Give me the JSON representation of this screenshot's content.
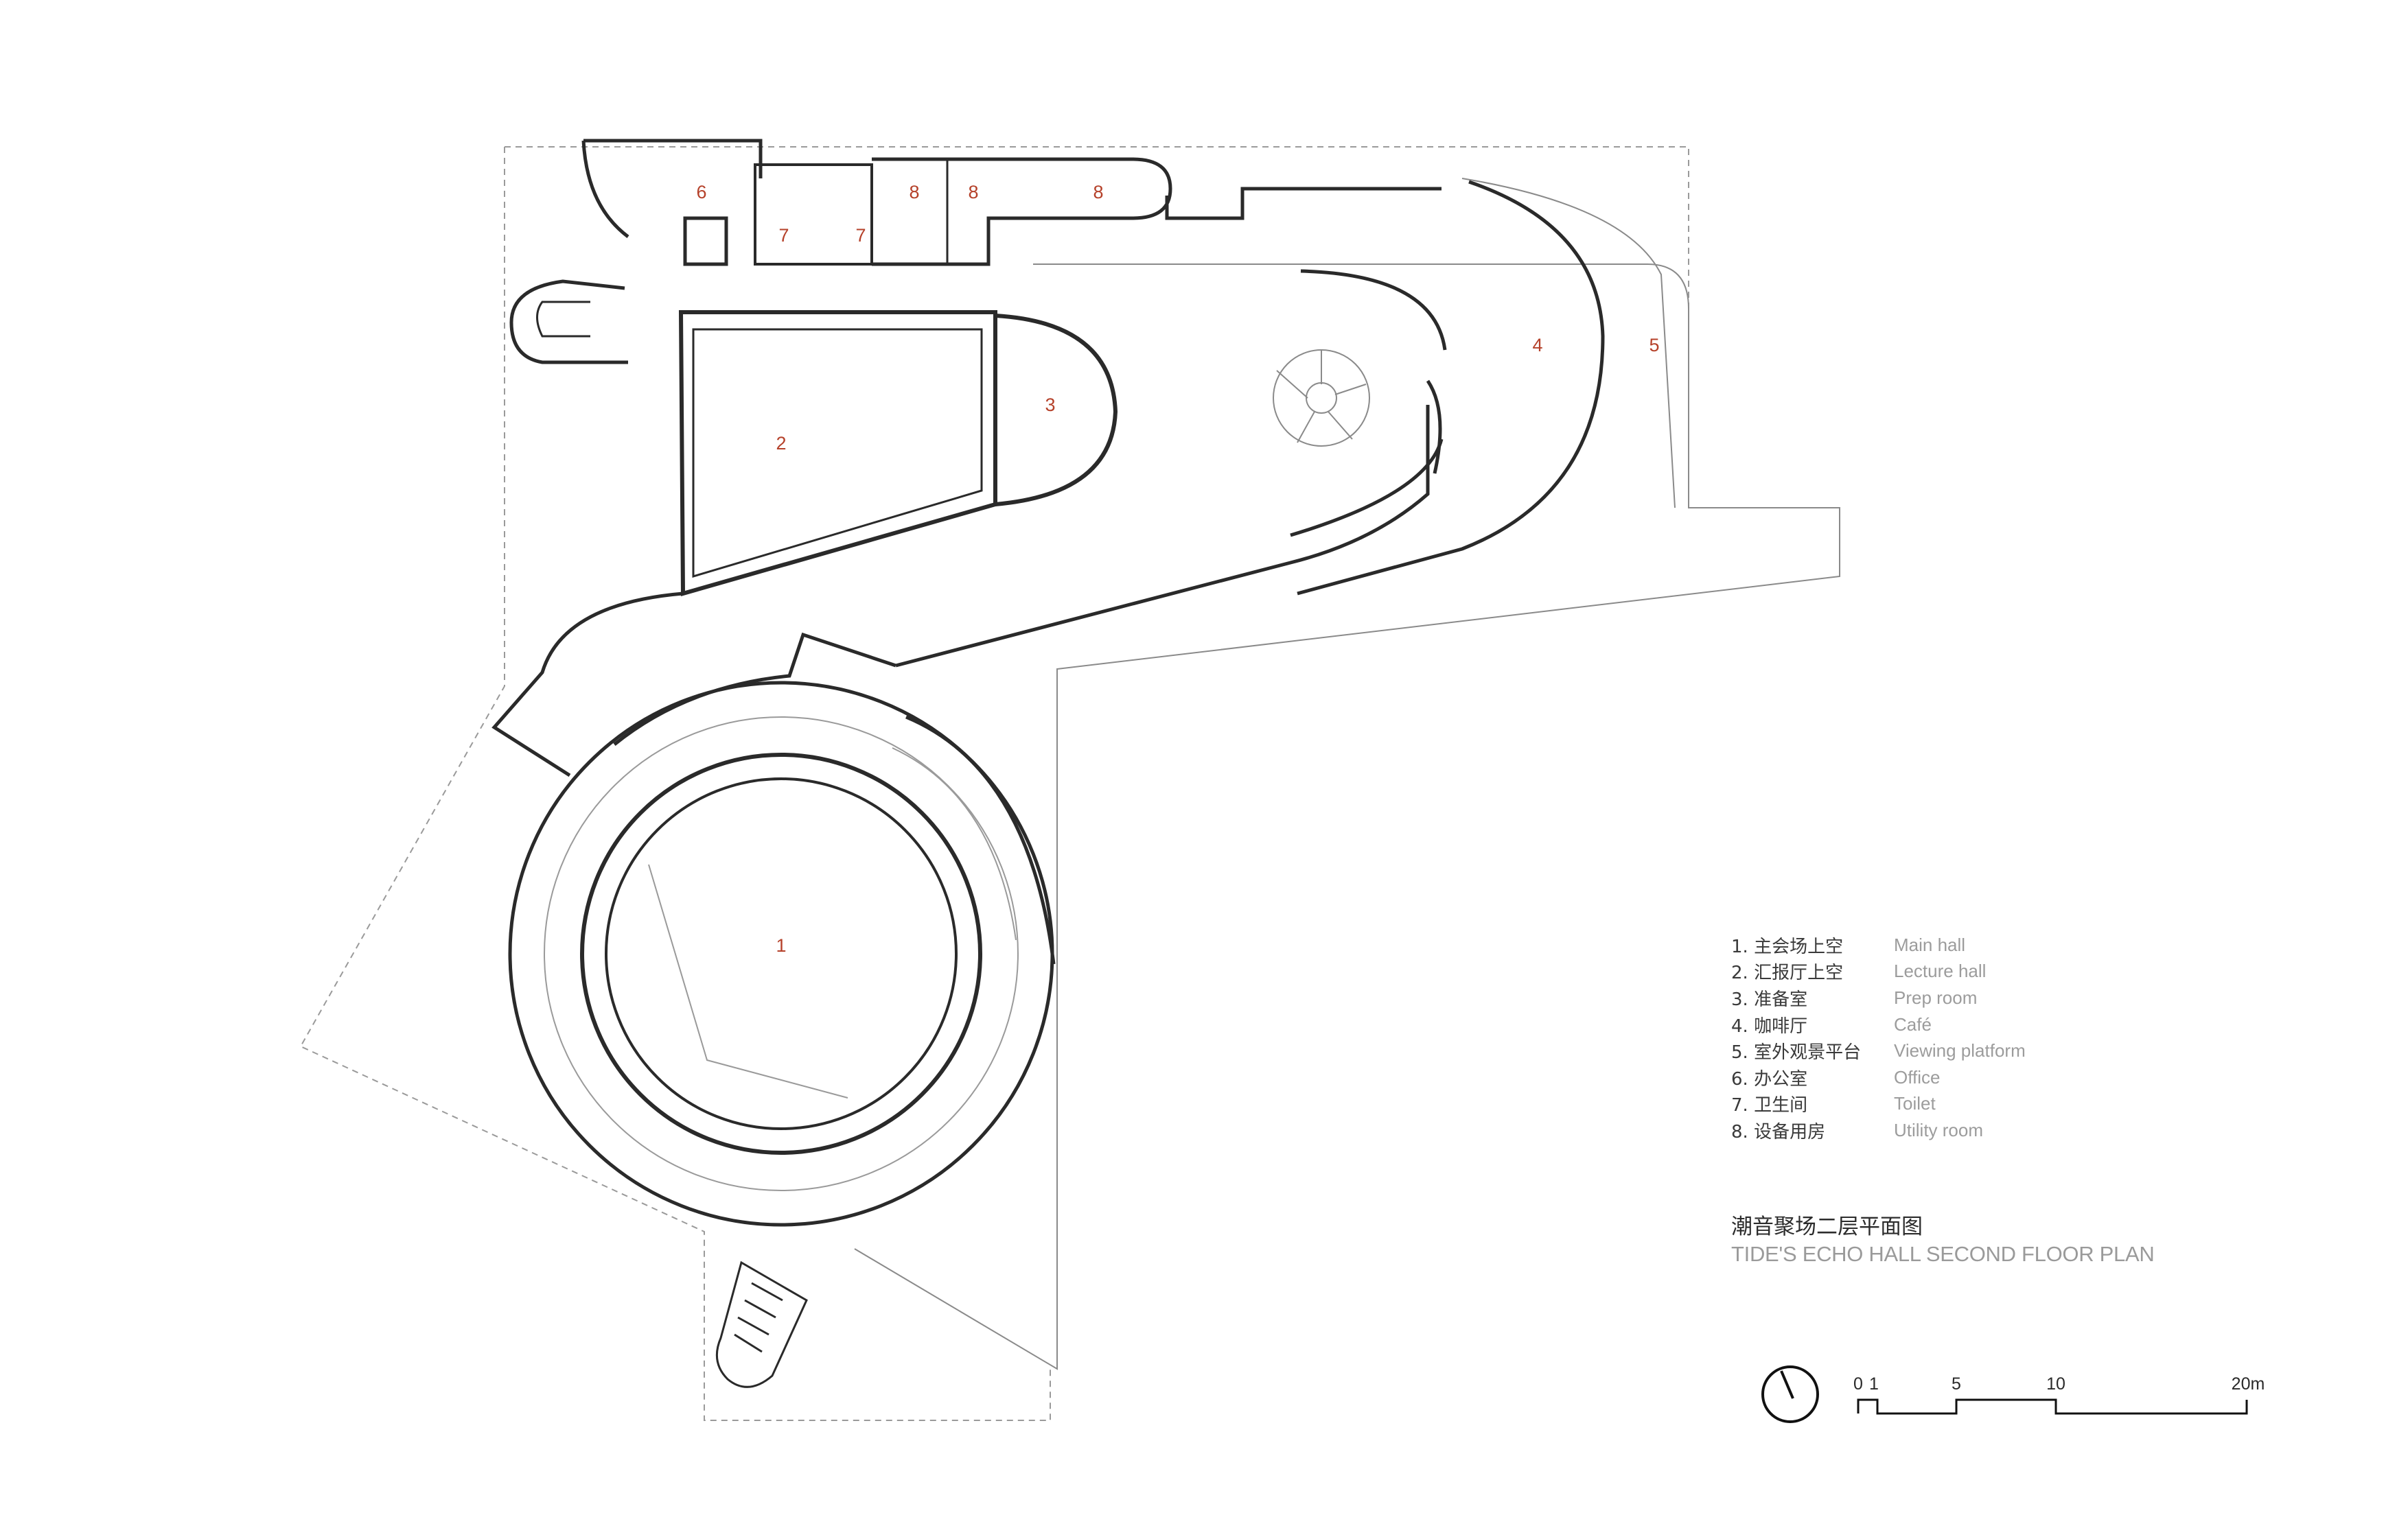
{
  "rooms": [
    {
      "num": "1"
    },
    {
      "num": "2"
    },
    {
      "num": "3"
    },
    {
      "num": "4"
    },
    {
      "num": "5"
    },
    {
      "num": "6"
    },
    {
      "num": "7"
    },
    {
      "num": "7"
    },
    {
      "num": "8"
    },
    {
      "num": "8"
    },
    {
      "num": "8"
    }
  ],
  "legend": [
    {
      "zh": "1. 主会场上空",
      "en": "Main hall"
    },
    {
      "zh": "2. 汇报厅上空",
      "en": "Lecture hall"
    },
    {
      "zh": "3. 准备室",
      "en": "Prep room"
    },
    {
      "zh": "4. 咖啡厅",
      "en": "Café"
    },
    {
      "zh": "5. 室外观景平台",
      "en": "Viewing platform"
    },
    {
      "zh": "6. 办公室",
      "en": "Office"
    },
    {
      "zh": "7. 卫生间",
      "en": "Toilet"
    },
    {
      "zh": "8. 设备用房",
      "en": "Utility room"
    }
  ],
  "title": {
    "zh": "潮音聚场二层平面图",
    "en": "TIDE'S ECHO HALL SECOND FLOOR PLAN"
  },
  "scale": {
    "labels": [
      "0",
      "1",
      "5",
      "10",
      "20m"
    ]
  },
  "colors": {
    "room_number": "#b5412a",
    "line": "#2a2a2a",
    "thin_line": "#9a9a9a"
  }
}
